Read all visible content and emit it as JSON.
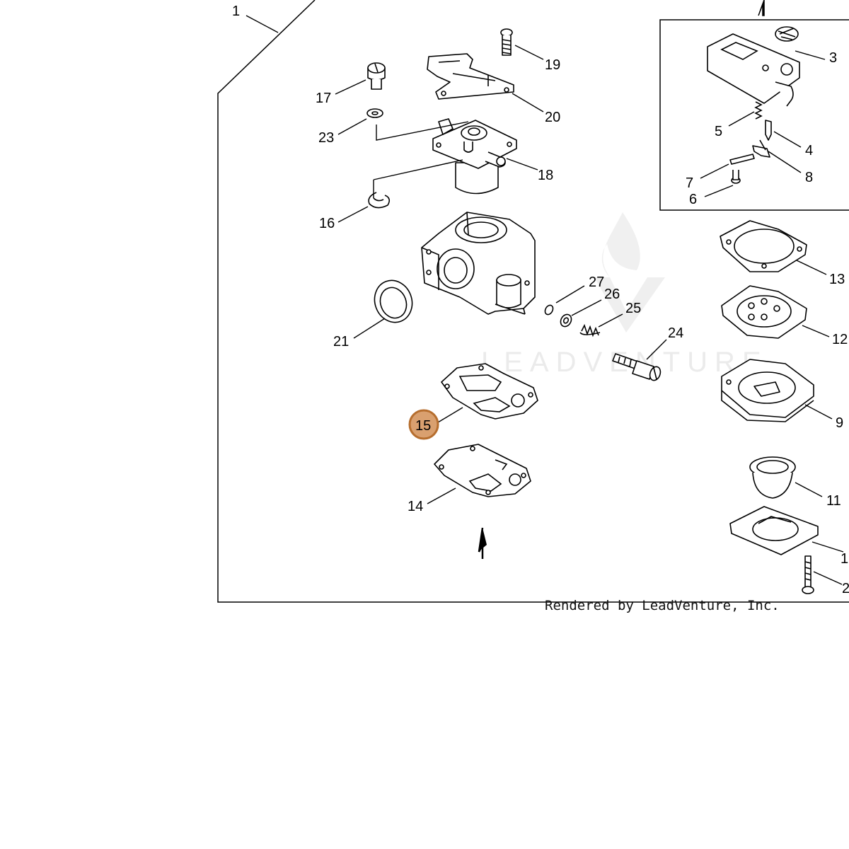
{
  "diagram": {
    "watermark": "LEADVENTURE",
    "credit": "Rendered by LeadVenture, Inc.",
    "selected_callout": "15",
    "callouts": {
      "c1": "1",
      "c2": "2",
      "c3": "3",
      "c4": "4",
      "c5": "5",
      "c6": "6",
      "c7": "7",
      "c8": "8",
      "c9": "9",
      "c10": "1",
      "c11": "11",
      "c12": "12",
      "c13": "13",
      "c14": "14",
      "c15": "15",
      "c16": "16",
      "c17": "17",
      "c18": "18",
      "c19": "19",
      "c20": "20",
      "c21": "21",
      "c23": "23",
      "c24": "24",
      "c25": "25",
      "c26": "26",
      "c27": "27"
    }
  }
}
